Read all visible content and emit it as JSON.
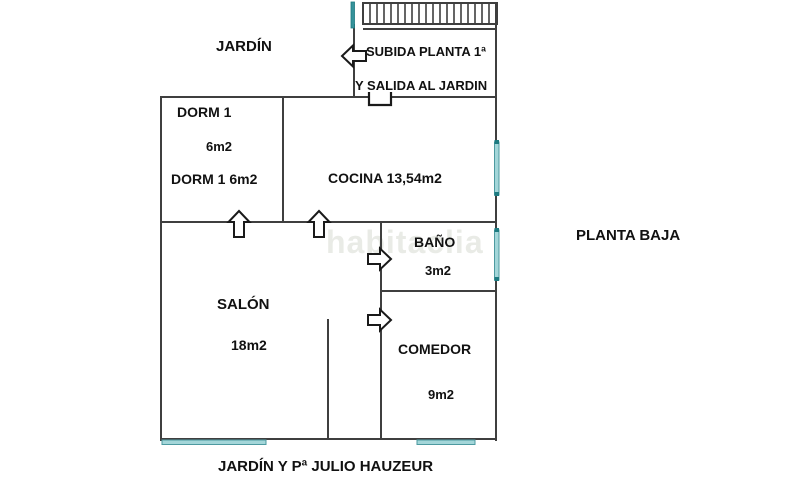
{
  "plan": {
    "floor_label": "PLANTA BAJA",
    "garden_label": "JARDÍN",
    "caption": "JARDÍN Y Pª JULIO HAUZEUR",
    "watermark": "habitaclia",
    "stairs": {
      "note_line1": "SUBIDA PLANTA 1ª",
      "note_line2": "Y SALIDA AL JARDIN"
    },
    "rooms": {
      "dorm1": {
        "label": "DORM 1",
        "area": "6m2",
        "label2": "DORM 1 6m2"
      },
      "cocina": {
        "label": "COCINA 13,54m2"
      },
      "bano": {
        "label": "BAÑO",
        "area": "3m2"
      },
      "salon": {
        "label": "SALÓN",
        "area": "18m2"
      },
      "comedor": {
        "label": "COMEDOR",
        "area": "9m2"
      }
    },
    "colors": {
      "wall": "#3f3f3f",
      "window_fill": "#a3d6d9",
      "window_dark": "#1d7a80",
      "text": "#111111",
      "watermark": "#e9ebe6",
      "background": "#ffffff"
    }
  }
}
